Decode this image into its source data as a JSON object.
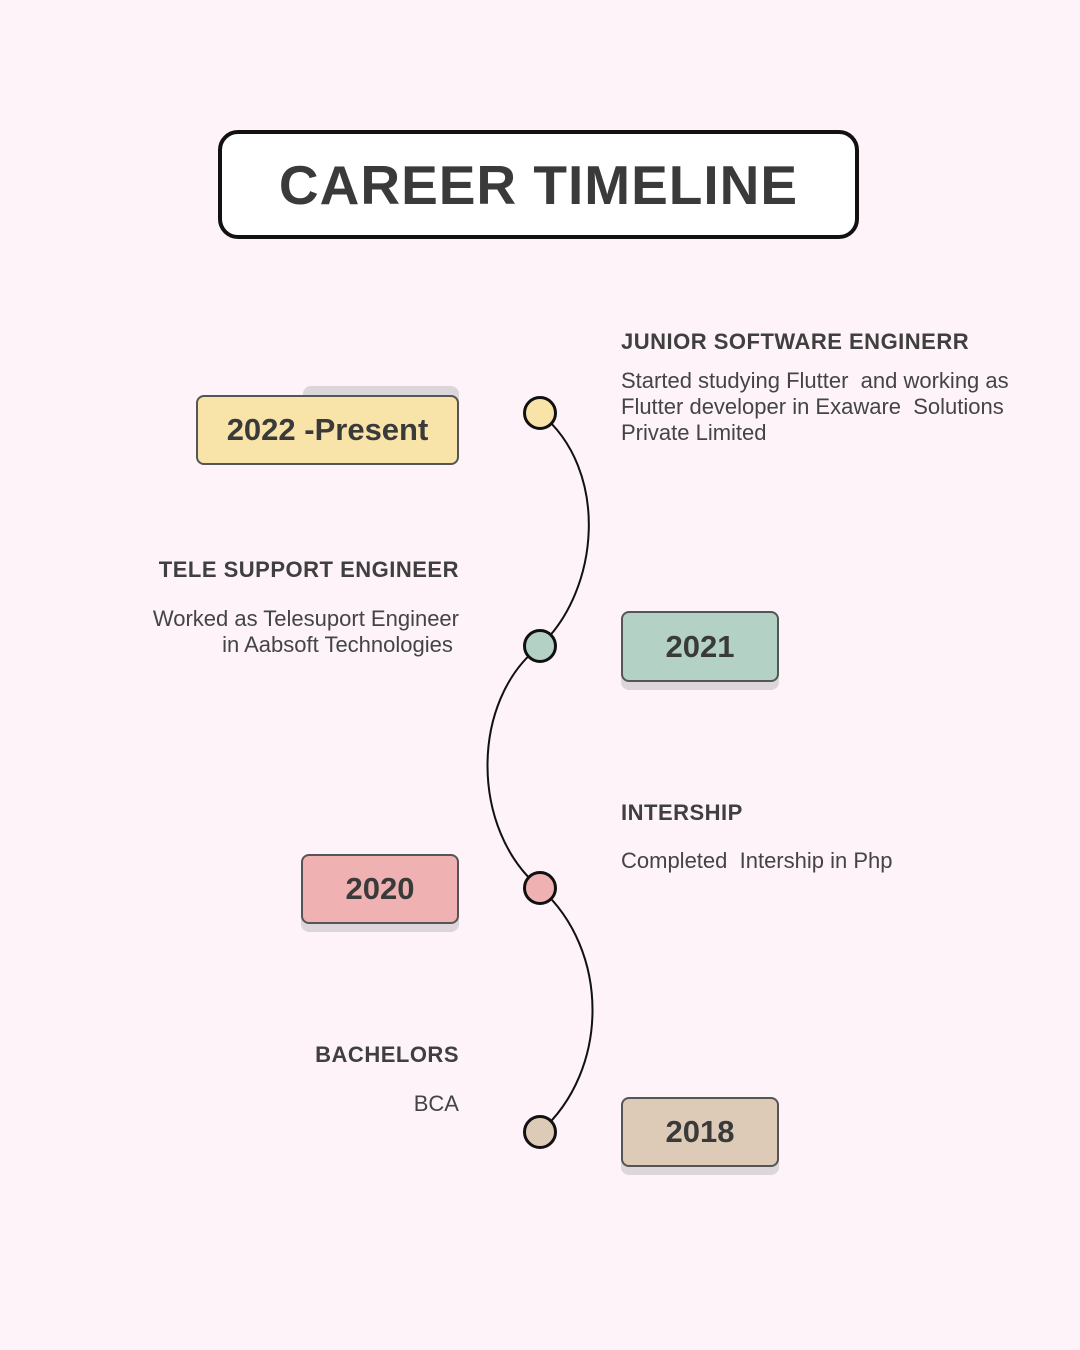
{
  "title": "CAREER TIMELINE",
  "colors": {
    "background": "#fdf3f8",
    "yellow": "#f8e3a8",
    "green": "#b3d1c4",
    "pink": "#efb1b2",
    "beige": "#ddcbb8"
  },
  "entries": [
    {
      "year": "2022 -Present",
      "heading": "JUNIOR SOFTWARE ENGINERR",
      "description_lines": [
        "Started studying Flutter  and working as",
        "Flutter developer in Exaware  Solutions",
        "Private Limited"
      ]
    },
    {
      "year": "2021",
      "heading": "TELE SUPPORT ENGINEER",
      "description_lines": [
        "Worked as Telesuport Engineer",
        "in Aabsoft Technologies "
      ]
    },
    {
      "year": "2020",
      "heading": "INTERSHIP",
      "description_lines": [
        "Completed  Intership in Php"
      ]
    },
    {
      "year": "2018",
      "heading": "BACHELORS",
      "description_lines": [
        "BCA"
      ]
    }
  ]
}
